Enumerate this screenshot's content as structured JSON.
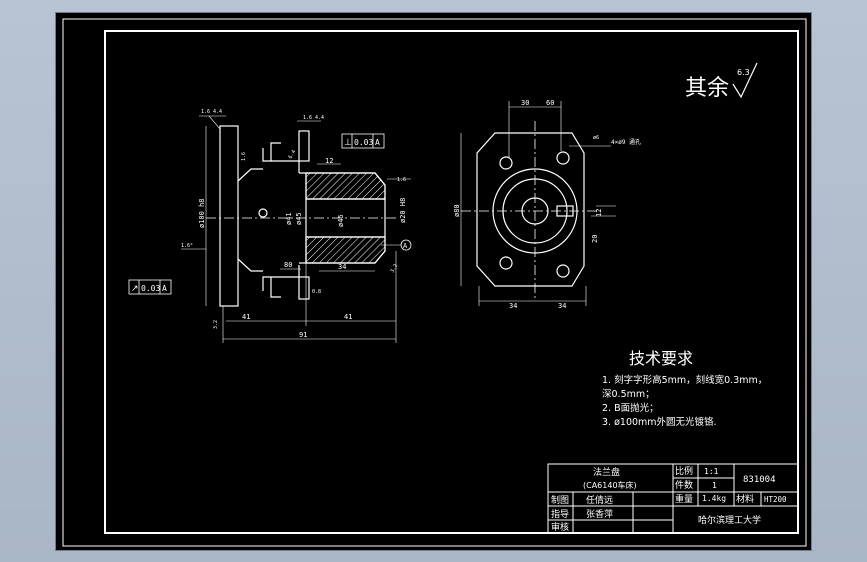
{
  "roughness": {
    "prefix": "其余",
    "value": "6.3"
  },
  "front_view": {
    "dims": {
      "tol_top": "1.6 4.4",
      "small_box": "1.6 4.4",
      "phi100": "ø100 h8",
      "phi41": "ø41",
      "phi45": "ø45",
      "phi45b": "ø45",
      "phi20": "ø20 H8",
      "len41a": "41",
      "len41b": "41",
      "len91": "91",
      "len34": "34",
      "len80": "80",
      "len12": "12",
      "ra_a": "3.2",
      "ra_b": "6.4",
      "ra_c": "1.6",
      "ra_d": "3.2",
      "angle": "1.6°",
      "ref_A": "A",
      "pos_left": "1.6",
      "pos_bottom": "0.8"
    },
    "fcf_perp": {
      "symbol": "⊥",
      "value": "0.03",
      "datum": "A"
    },
    "fcf_runout": {
      "symbol": "↗",
      "value": "0.03",
      "datum": "A"
    }
  },
  "side_view": {
    "dims": {
      "width_top": "30",
      "width_total": "60",
      "holes": "4×ø9 通孔",
      "phi80": "ø80",
      "len34a": "34",
      "len34b": "34",
      "h12": "12",
      "h20": "20",
      "pt_a": "ø6"
    }
  },
  "tech_requirements": {
    "title": "技术要求",
    "items": [
      "1. 刻字字形高5mm，刻线宽0.3mm，",
      "深0.5mm；",
      "2. B面抛光；",
      "3. ø100mm外圆无光镀铬."
    ]
  },
  "title_block": {
    "part_name": "法兰盘",
    "machine": "(CA6140车床)",
    "scale_label": "比例",
    "scale_value": "1:1",
    "qty_label": "件数",
    "qty_value": "1",
    "drawing_no": "831004",
    "weight_label": "重量",
    "weight_value": "1.4kg",
    "material_label": "材料",
    "material_value": "HT200",
    "drawn_label": "制图",
    "drawn_by": "任倩远",
    "guide_label": "指导",
    "guide_by": "张香萍",
    "check_label": "审核",
    "school": "哈尔滨理工大学"
  }
}
